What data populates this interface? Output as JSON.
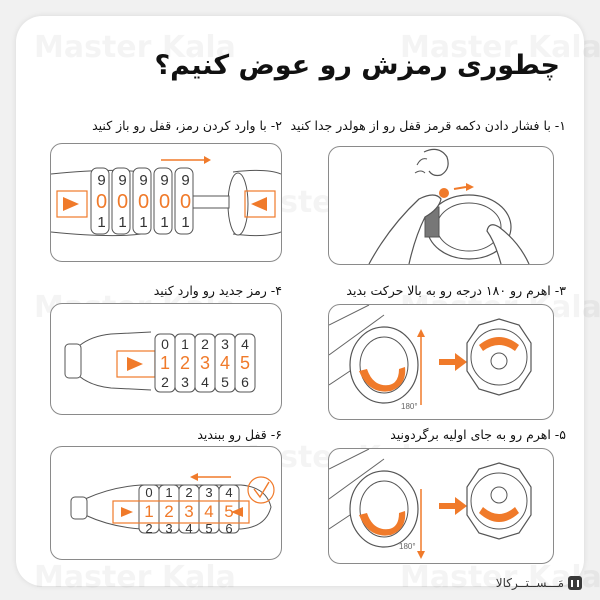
{
  "page": {
    "title": "چطوری رمزش رو عوض کنیم؟",
    "watermark": "Master Kala",
    "accent_color": "#f07a2a",
    "line_color": "#555555"
  },
  "steps": [
    {
      "number": 1,
      "label": "۱- با فشار دادن دکمه قرمز قفل رو از هولدر جدا کنید",
      "illustration": "hands-detaching-lock"
    },
    {
      "number": 2,
      "label": "۲- با وارد کردن رمز، قفل رو باز کنید",
      "illustration": "dial-code-open",
      "dials": {
        "top": [
          "9",
          "9",
          "9",
          "9",
          "9"
        ],
        "middle": [
          "0",
          "0",
          "0",
          "0",
          "0"
        ],
        "bottom": [
          "1",
          "1",
          "1",
          "1",
          "1"
        ]
      }
    },
    {
      "number": 3,
      "label": "۳- اهرم رو ۱۸۰ درجه رو به بالا حرکت بدید",
      "illustration": "lever-rotate-up",
      "angle": "180°"
    },
    {
      "number": 4,
      "label": "۴- رمز جدید رو وارد کنید",
      "illustration": "dial-new-code",
      "dials": {
        "top": [
          "0",
          "1",
          "2",
          "3",
          "4"
        ],
        "middle": [
          "1",
          "2",
          "3",
          "4",
          "5"
        ],
        "bottom": [
          "2",
          "3",
          "4",
          "5",
          "6"
        ]
      }
    },
    {
      "number": 5,
      "label": "۵- اهرم رو به جای اولیه برگردونید",
      "illustration": "lever-rotate-down",
      "angle": "180°"
    },
    {
      "number": 6,
      "label": "۶- قفل رو ببندید",
      "illustration": "dial-close-lock",
      "dials": {
        "top": [
          "0",
          "1",
          "2",
          "3",
          "4"
        ],
        "middle": [
          "1",
          "2",
          "3",
          "4",
          "5"
        ],
        "bottom": [
          "2",
          "3",
          "4",
          "5",
          "6"
        ]
      }
    }
  ],
  "footer": {
    "brand": "مَـــســتــرکالا",
    "icon": "master-kala-logo-icon"
  }
}
